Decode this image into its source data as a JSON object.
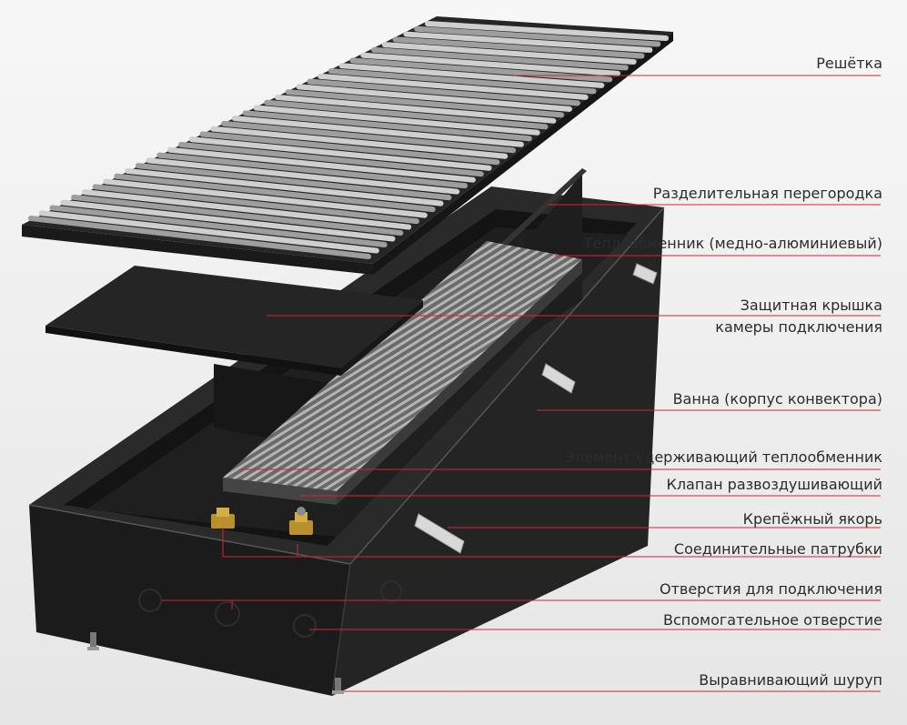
{
  "labels": {
    "grille": "Решётка",
    "partition": "Разделительная перегородка",
    "heat_exchanger": "Теплообменник (медно-алюминиевый)",
    "cover_line1": "Защитная крышка",
    "cover_line2": "камеры подключения",
    "tray": "Ванна (корпус конвектора)",
    "retainer": "Элемент удерживающий теплообменник",
    "air_valve": "Клапан развоздушивающий",
    "anchor": "Крепёжный якорь",
    "pipes": "Соединительные патрубки",
    "holes": "Отверстия для подключения",
    "aux_hole": "Вспомогательное отверстие",
    "screw": "Выравнивающий шуруп"
  },
  "colors": {
    "leader": "#d4242e",
    "background": "#f2f2f2",
    "body": "#1c1c1c",
    "grille_bar": "#b9b9b9",
    "brass": "#b8902e"
  }
}
